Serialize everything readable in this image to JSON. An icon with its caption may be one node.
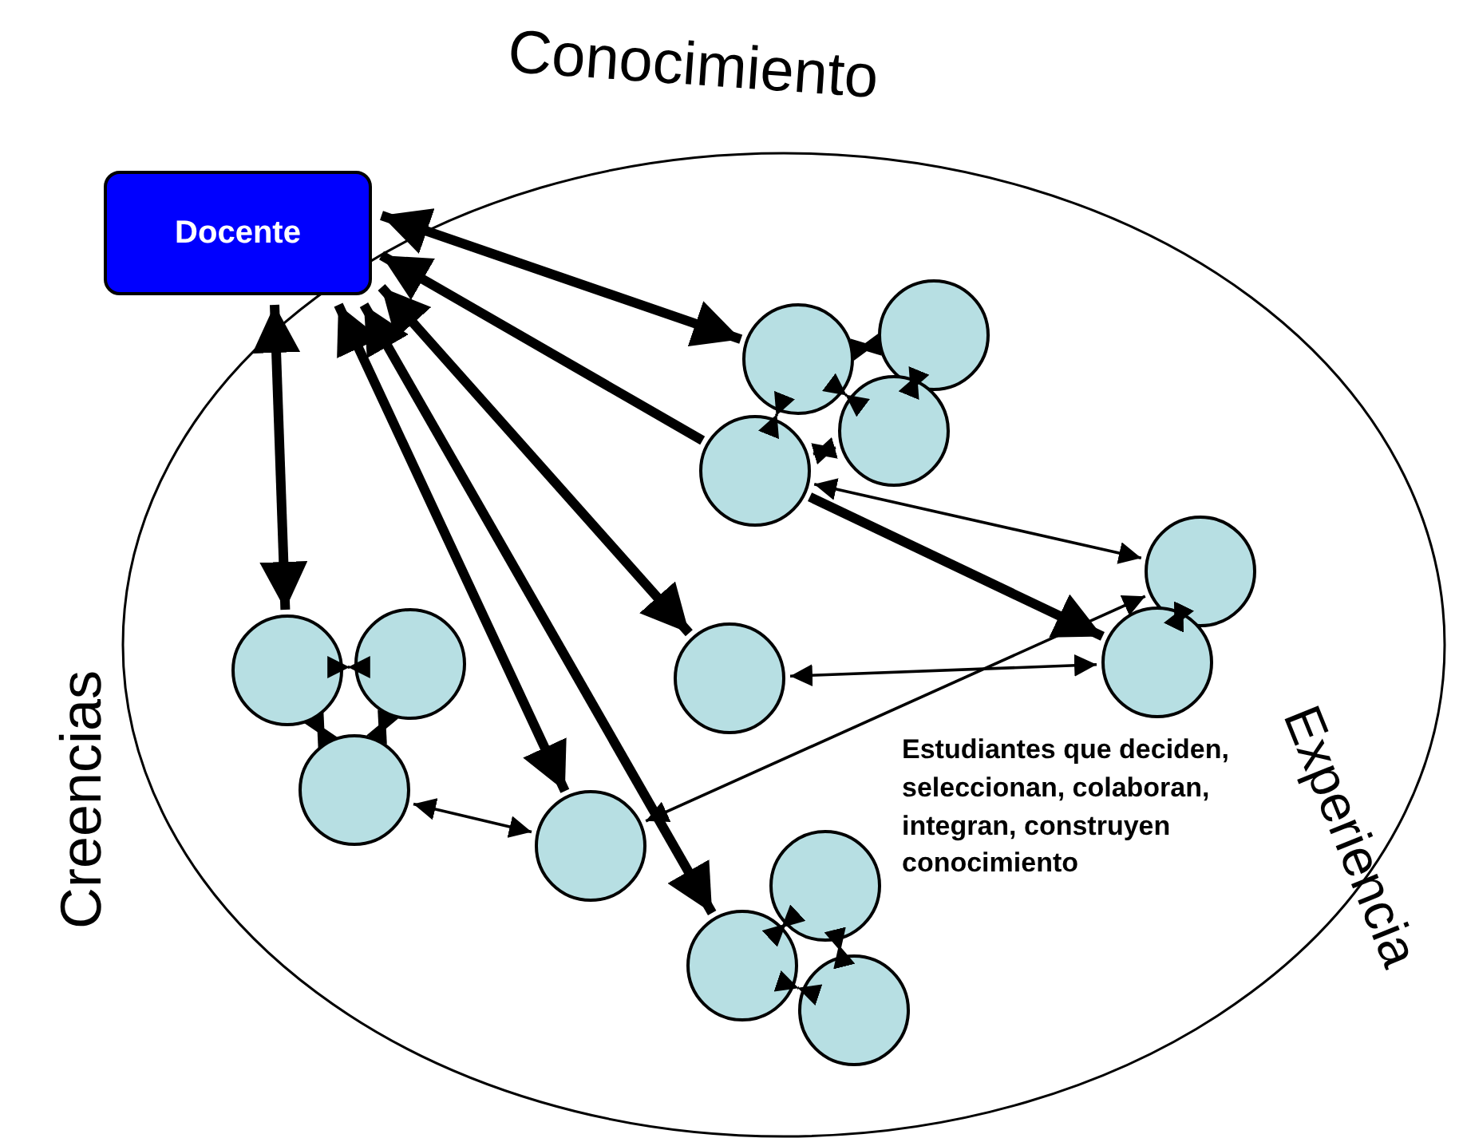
{
  "diagram": {
    "nodes": [
      {
        "text": [
          "Docente"
        ]
      },
      {
        "text": [],
        "shape": "circle"
      },
      {
        "text": [],
        "shape": "circle"
      },
      {
        "text": [],
        "shape": "circle"
      },
      {
        "text": [],
        "shape": "circle"
      },
      {
        "text": [],
        "shape": "circle"
      },
      {
        "text": [],
        "shape": "circle"
      },
      {
        "text": [],
        "shape": "circle"
      },
      {
        "text": [],
        "shape": "circle"
      },
      {
        "text": [],
        "shape": "circle"
      },
      {
        "text": [],
        "shape": "circle"
      },
      {
        "text": [],
        "shape": "circle"
      },
      {
        "text": [],
        "shape": "circle"
      },
      {
        "text": [],
        "shape": "circle"
      },
      {
        "text": [],
        "shape": "circle"
      }
    ],
    "edges": [
      {
        "from": 0,
        "to": 2,
        "arrow": "both",
        "style": "thick"
      },
      {
        "from": 0,
        "to": 8,
        "arrow": "both",
        "style": "thick"
      },
      {
        "from": 0,
        "to": 11,
        "arrow": "both",
        "style": "thick"
      },
      {
        "from": 0,
        "to": 13,
        "arrow": "both",
        "style": "thick"
      },
      {
        "from": 0,
        "to": 9,
        "arrow": "both",
        "style": "thick"
      },
      {
        "from": 4,
        "to": 0,
        "arrow": "to",
        "style": "thick"
      },
      {
        "from": 4,
        "to": 6,
        "arrow": "to",
        "style": "thick"
      },
      {
        "from": 2,
        "to": 1,
        "arrow": "both"
      },
      {
        "from": 2,
        "to": 4,
        "arrow": "both"
      },
      {
        "from": 2,
        "to": 3,
        "arrow": "both"
      },
      {
        "from": 1,
        "to": 3,
        "arrow": "both"
      },
      {
        "from": 4,
        "to": 3,
        "arrow": "both"
      },
      {
        "from": 4,
        "to": 5,
        "arrow": "both"
      },
      {
        "from": 5,
        "to": 6,
        "arrow": "both"
      },
      {
        "from": 6,
        "to": 9,
        "arrow": "both"
      },
      {
        "from": 11,
        "to": 5,
        "arrow": "both"
      },
      {
        "from": 8,
        "to": 7,
        "arrow": "both"
      },
      {
        "from": 8,
        "to": 10,
        "arrow": "both"
      },
      {
        "from": 7,
        "to": 10,
        "arrow": "both"
      },
      {
        "from": 10,
        "to": 11,
        "arrow": "both"
      },
      {
        "from": 12,
        "to": 13,
        "arrow": "both"
      },
      {
        "from": 13,
        "to": 14,
        "arrow": "both"
      },
      {
        "from": 12,
        "to": 14,
        "arrow": "both"
      }
    ],
    "labels": [
      "Conocimiento",
      "Creencias",
      "Experiencia",
      "Estudiantes que deciden, seleccionan, colaboran, integran, construyen conocimiento"
    ]
  }
}
